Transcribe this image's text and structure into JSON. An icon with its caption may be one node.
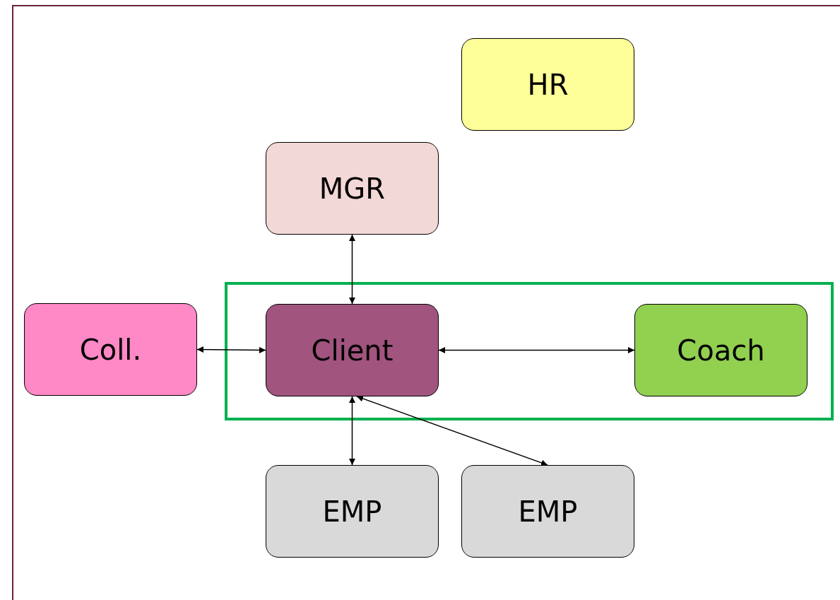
{
  "diagram": {
    "nodes": [
      {
        "text": [
          "HR"
        ]
      },
      {
        "text": [
          "MGR"
        ]
      },
      {
        "text": [],
        "shape": "box"
      },
      {
        "text": [
          "Coll."
        ]
      },
      {
        "text": [
          "Client"
        ],
        "in": 2
      },
      {
        "text": [
          "Coach"
        ],
        "in": 2
      },
      {
        "text": [
          "EMP"
        ]
      },
      {
        "text": [
          "EMP"
        ]
      }
    ],
    "edges": [
      {
        "from": 1,
        "to": 4,
        "arrow": "both"
      },
      {
        "from": 3,
        "to": 4,
        "arrow": "both"
      },
      {
        "from": 4,
        "to": 5,
        "arrow": "both"
      },
      {
        "from": 4,
        "to": 6,
        "arrow": "both"
      },
      {
        "from": 4,
        "to": 7,
        "arrow": "both"
      }
    ]
  }
}
